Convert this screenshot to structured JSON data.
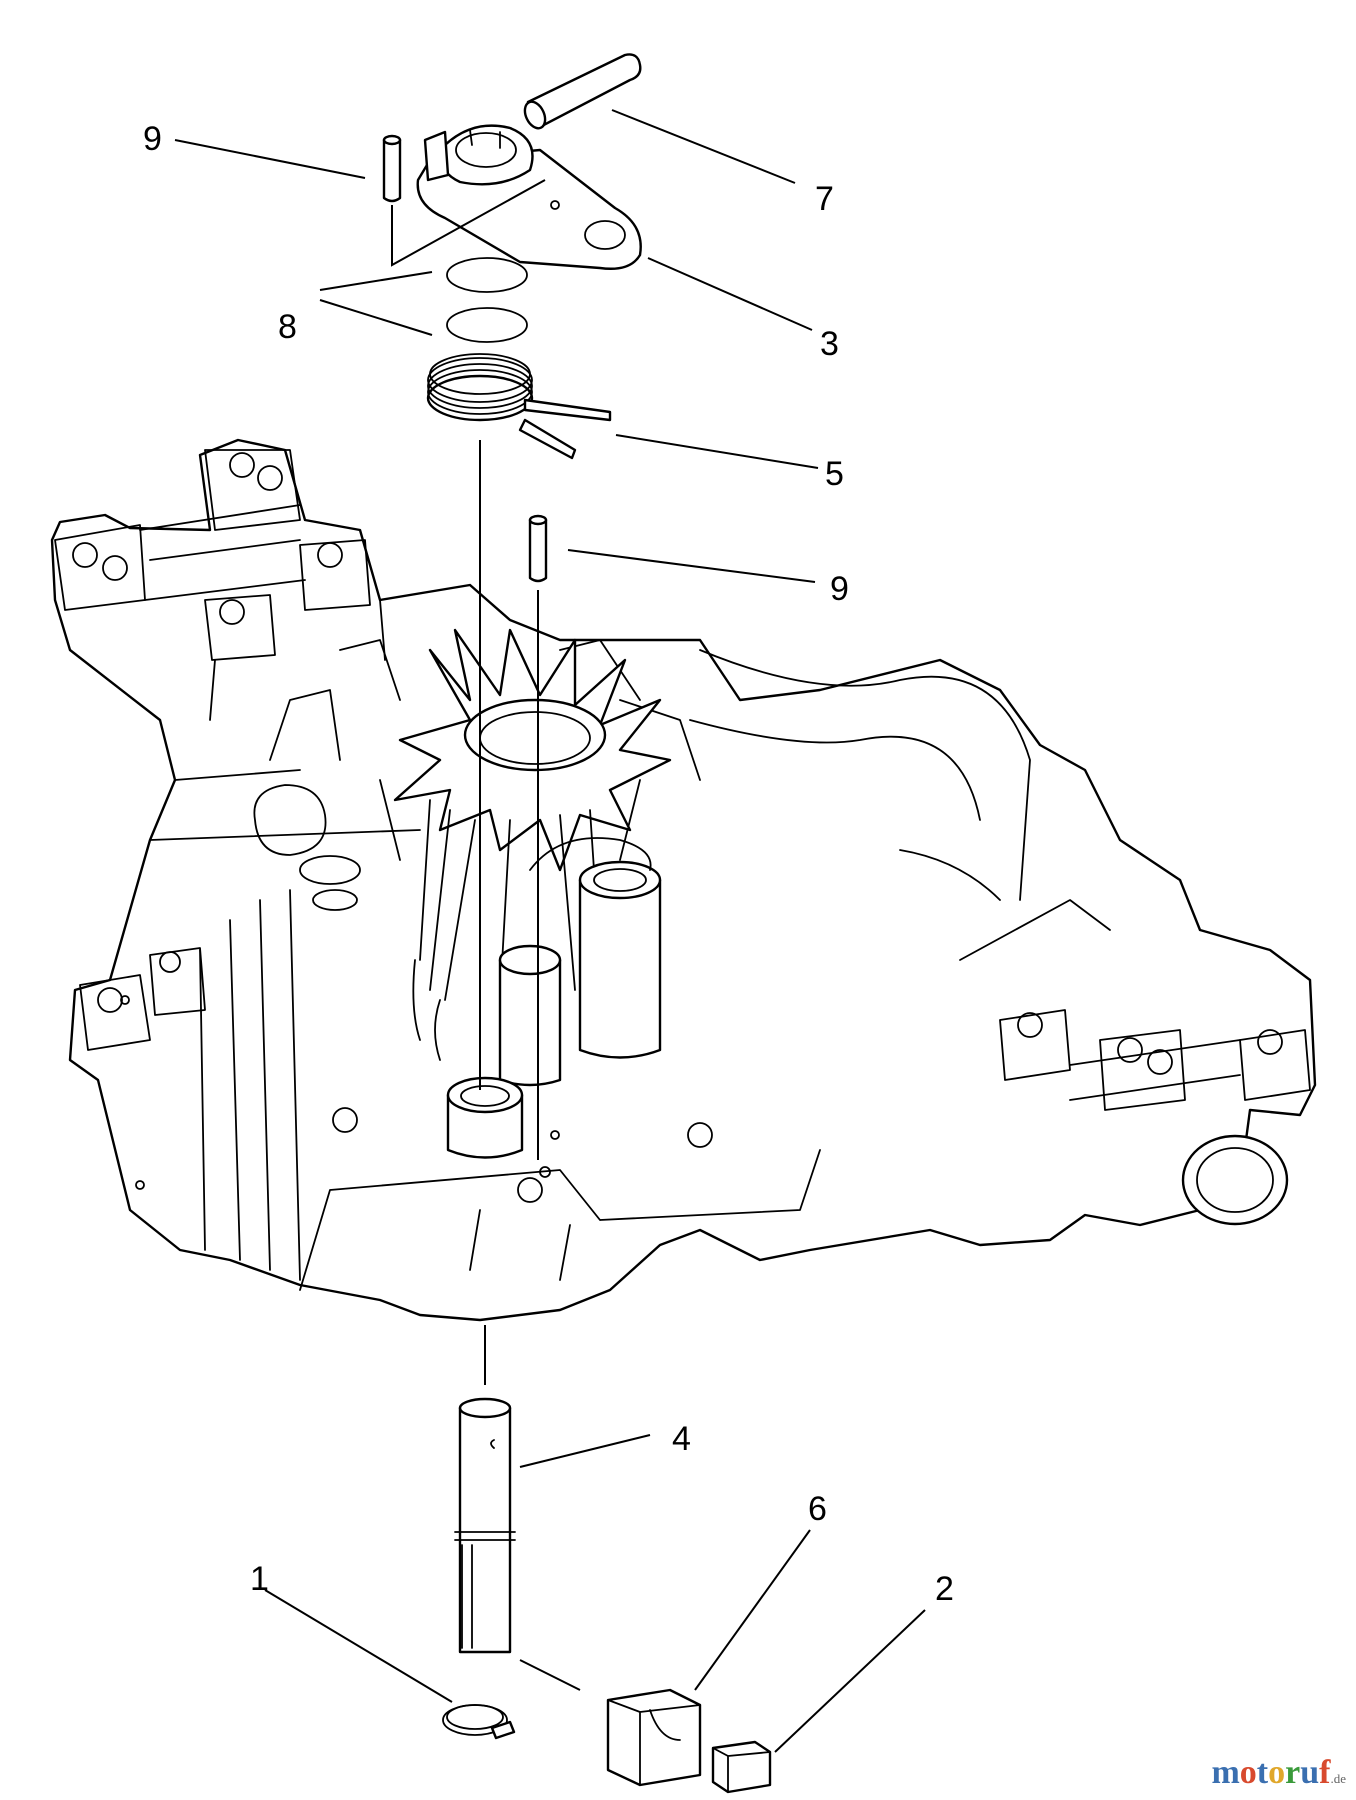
{
  "callouts": [
    {
      "id": "c9a",
      "label": "9"
    },
    {
      "id": "c7",
      "label": "7"
    },
    {
      "id": "c8",
      "label": "8"
    },
    {
      "id": "c3",
      "label": "3"
    },
    {
      "id": "c5",
      "label": "5"
    },
    {
      "id": "c9b",
      "label": "9"
    },
    {
      "id": "c4",
      "label": "4"
    },
    {
      "id": "c6",
      "label": "6"
    },
    {
      "id": "c1",
      "label": "1"
    },
    {
      "id": "c2",
      "label": "2"
    }
  ],
  "watermark": {
    "letters": [
      "m",
      "o",
      "t",
      "o",
      "r",
      "u",
      "f"
    ],
    "suffix": ".de",
    "colors": [
      "#3a6fb0",
      "#d84a2e",
      "#3a6fb0",
      "#e0a72a",
      "#3a9a3a",
      "#3a6fb0",
      "#d84a2e"
    ]
  }
}
